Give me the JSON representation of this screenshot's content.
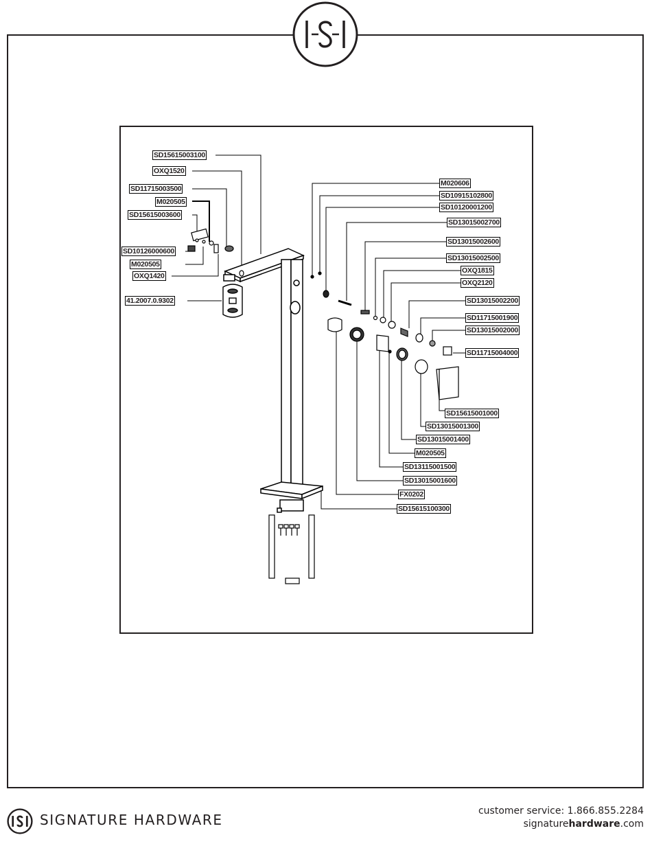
{
  "brand": {
    "name": "SIGNATURE HARDWARE",
    "logo_text": "SH"
  },
  "contact": {
    "customer_service": "customer service: 1.866.855.2284",
    "web_prefix": "signature",
    "web_bold": "hardware",
    "web_suffix": ".com"
  },
  "parts": [
    "SD15615003100",
    "OXQ1520",
    "SD11715003500",
    "M020505",
    "SD15615003600",
    "SD10126000600",
    "M020505",
    "OXQ1420",
    "41.2007.0.9302",
    "M020606",
    "SD10915102800",
    "SD10120001200",
    "SD13015002700",
    "SD13015002600",
    "SD13015002500",
    "OXQ1815",
    "OXQ2120",
    "SD13015002200",
    "SD11715001900",
    "SD13015002000",
    "SD11715004000",
    "SD15615001000",
    "SD13015001300",
    "SD13015001400",
    "M020505",
    "SD13115001500",
    "SD13015001600",
    "FX0202",
    "SD15615100300"
  ],
  "colors": {
    "ink": "#231f20",
    "line": "#000000",
    "background": "#ffffff"
  }
}
